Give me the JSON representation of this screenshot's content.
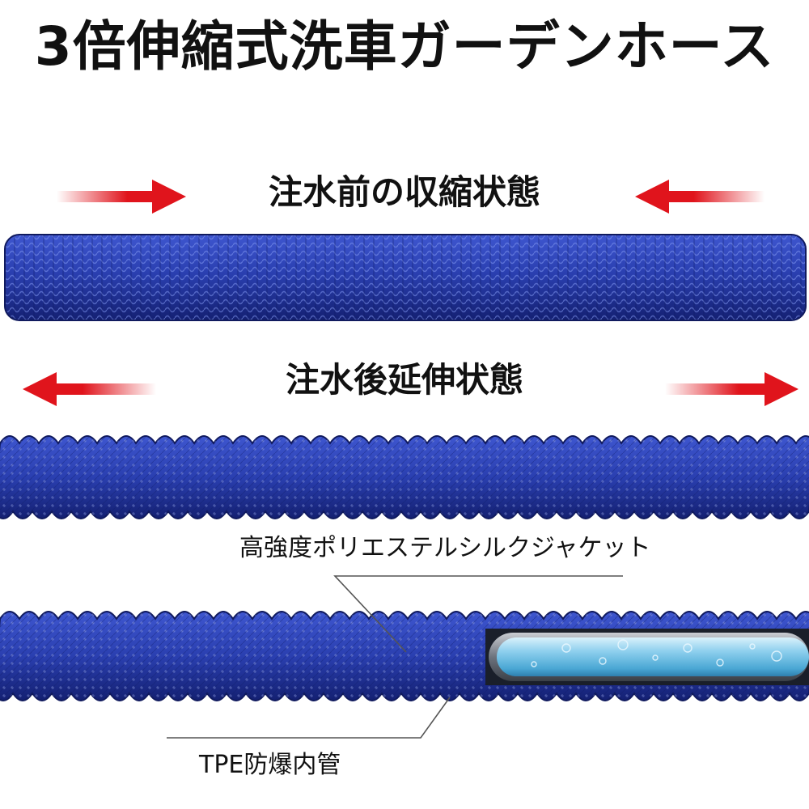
{
  "title": "3倍伸縮式洗車ガーデンホース",
  "states": {
    "contracted": "注水前の収縮状態",
    "expanded": "注水後延伸状態"
  },
  "callouts": {
    "jacket": "高強度ポリエステルシルクジャケット",
    "inner_tube": "TPE防爆内管"
  },
  "colors": {
    "hose_blue": "#2a3fb0",
    "hose_dark": "#142072",
    "arrow_red": "#e0141c",
    "inner_tube": "#8fd0ee"
  },
  "icons": {
    "contracted_arrows": "arrow-inward-icon",
    "expanded_arrows": "arrow-outward-icon"
  }
}
